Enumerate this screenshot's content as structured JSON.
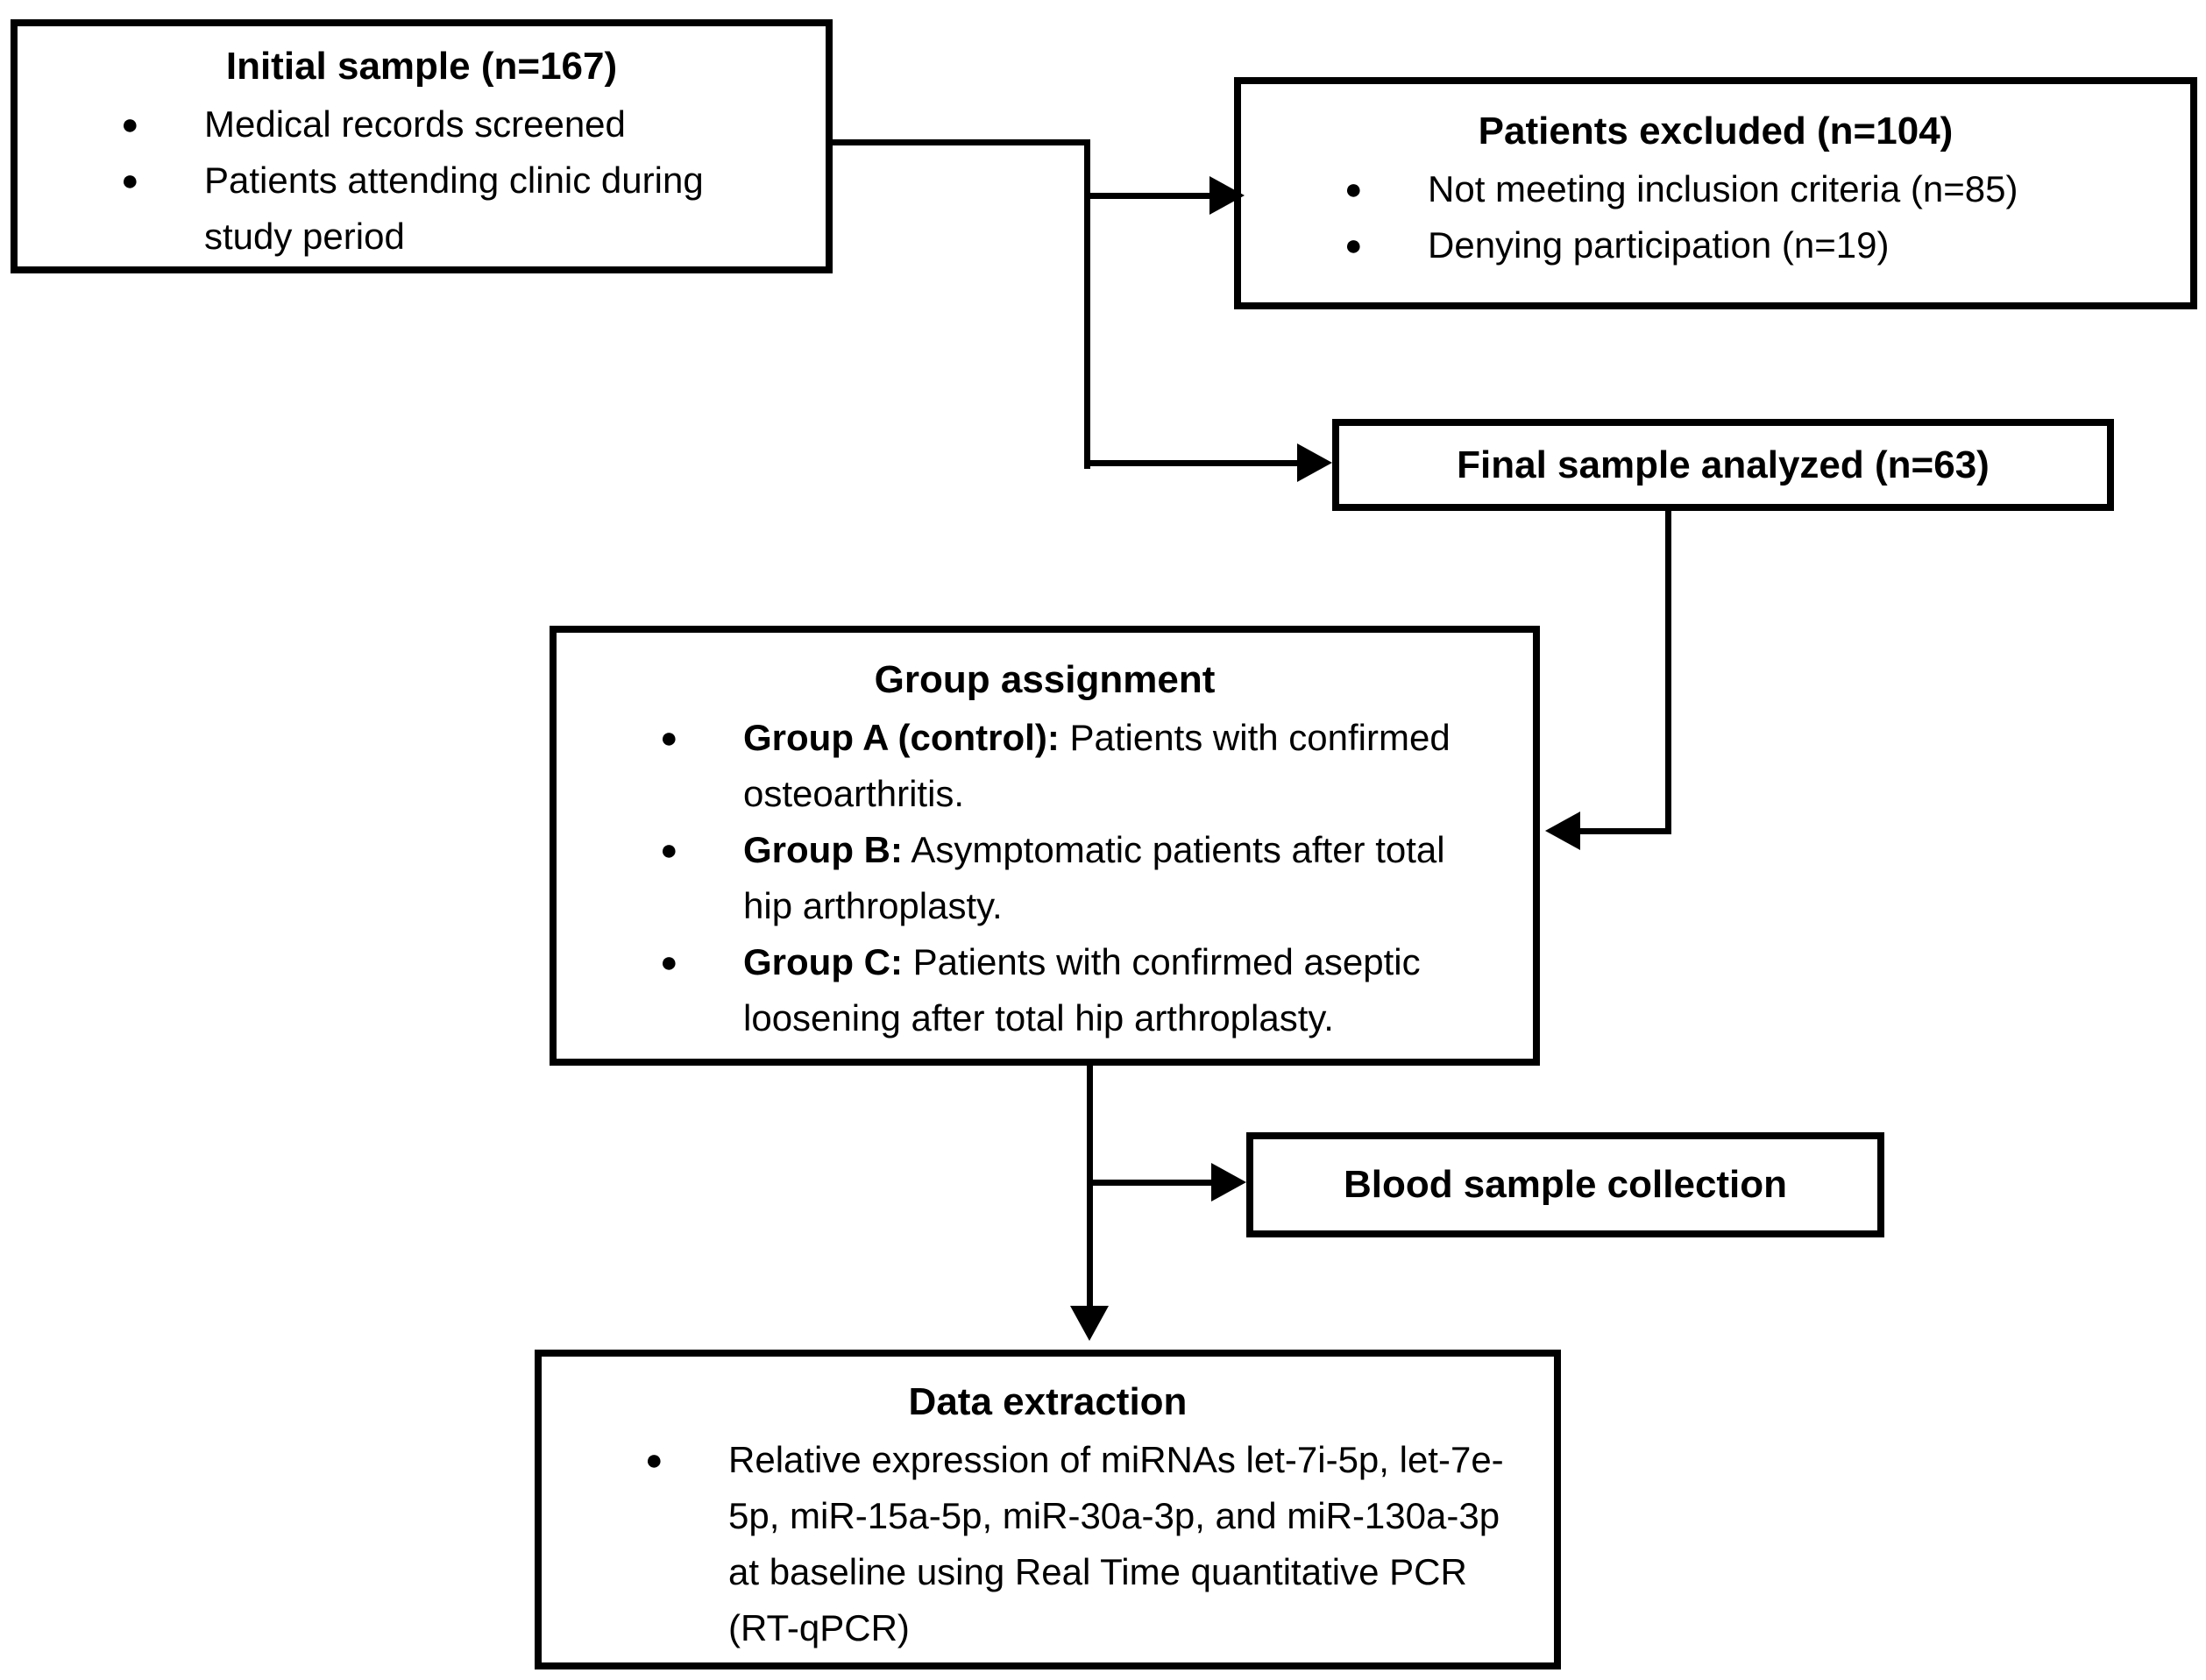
{
  "diagram": {
    "colors": {
      "border": "#000000",
      "background": "#ffffff",
      "text": "#000000"
    },
    "bullet_glyph": "●",
    "boxes": {
      "initial": {
        "title": "Initial sample (n=167)",
        "bullets": [
          {
            "strong": "",
            "text": "Medical records screened"
          },
          {
            "strong": "",
            "text": "Patients attending clinic during study period"
          }
        ]
      },
      "excluded": {
        "title": "Patients excluded (n=104)",
        "bullets": [
          {
            "strong": "",
            "text": "Not meeting inclusion criteria (n=85)"
          },
          {
            "strong": "",
            "text": "Denying participation (n=19)"
          }
        ]
      },
      "final": {
        "title": "Final sample analyzed (n=63)"
      },
      "group": {
        "title": "Group assignment",
        "bullets": [
          {
            "strong": "Group A (control):",
            "text": " Patients with confirmed osteoarthritis."
          },
          {
            "strong": "Group B:",
            "text": " Asymptomatic patients after total hip arthroplasty."
          },
          {
            "strong": "Group C:",
            "text": " Patients with confirmed aseptic loosening after total hip arthroplasty."
          }
        ]
      },
      "blood": {
        "title": "Blood sample collection"
      },
      "data_extraction": {
        "title": "Data extraction",
        "bullets": [
          {
            "strong": "",
            "text": "Relative expression of miRNAs let-7i-5p, let-7e-5p, miR-15a-5p, miR-30a-3p, and miR-130a-3p at baseline using Real Time quantitative PCR (RT-qPCR)"
          }
        ]
      }
    }
  }
}
